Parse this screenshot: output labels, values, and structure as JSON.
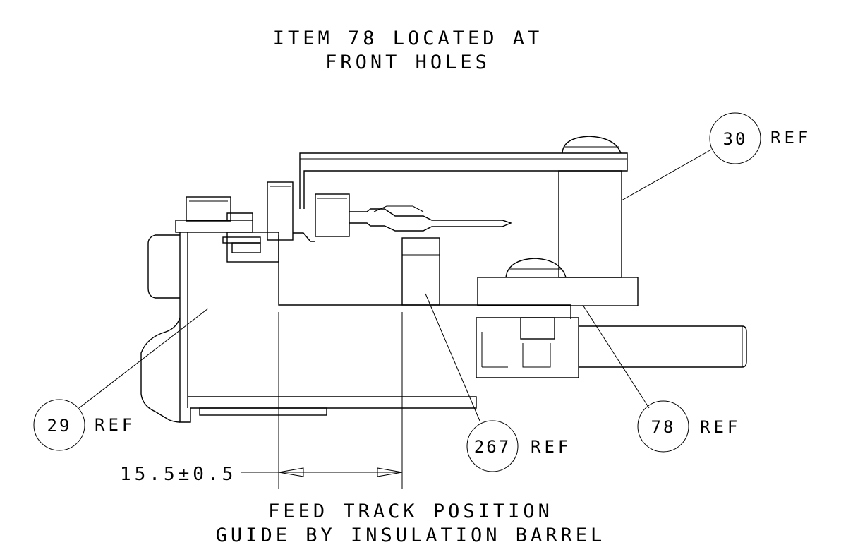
{
  "notes": {
    "top_line1": "ITEM 78 LOCATED AT",
    "top_line2": "FRONT HOLES",
    "bottom_line1": "FEED TRACK POSITION",
    "bottom_line2": "GUIDE BY INSULATION BARREL"
  },
  "dimension": {
    "value": "15.5±0.5"
  },
  "callouts": [
    {
      "number": "30",
      "label": "REF"
    },
    {
      "number": "29",
      "label": "REF"
    },
    {
      "number": "267",
      "label": "REF"
    },
    {
      "number": "78",
      "label": "REF"
    }
  ]
}
